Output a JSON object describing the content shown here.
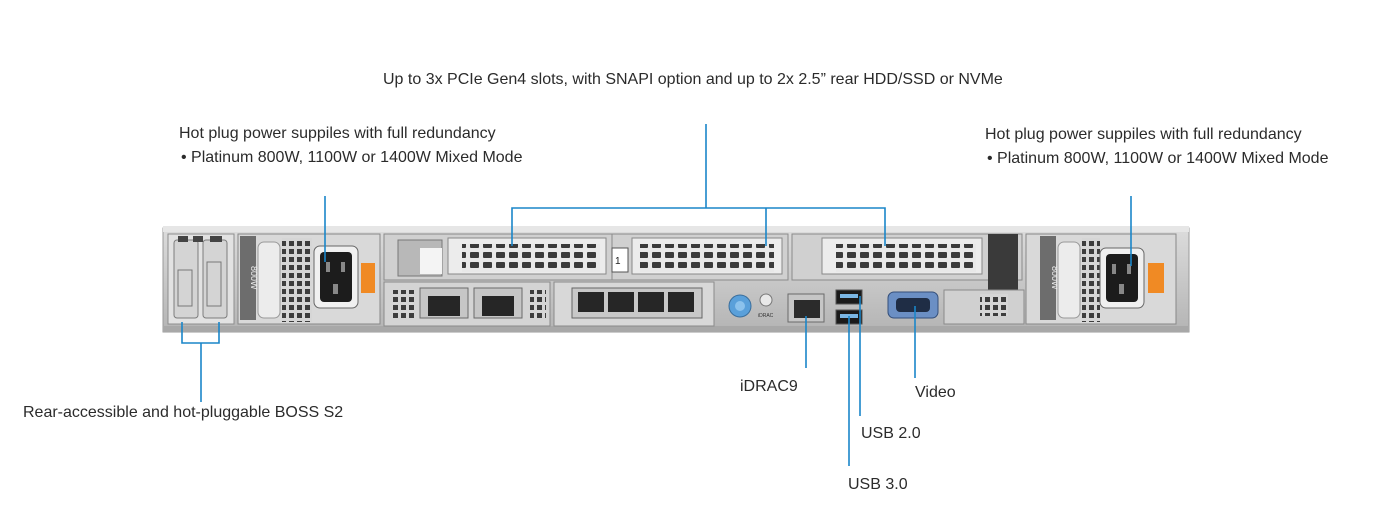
{
  "annotations": {
    "pcie": "Up to 3x PCIe Gen4 slots, with SNAPI option and up to 2x 2.5” rear HDD/SSD or NVMe",
    "psu_left_title": "Hot plug power suppiles with full redundancy",
    "psu_left_detail": "• Platinum 800W, 1100W or 1400W Mixed Mode",
    "psu_right_title": "Hot plug power suppiles with full redundancy",
    "psu_right_detail": "• Platinum 800W, 1100W or 1400W Mixed Mode",
    "boss": "Rear-accessible and hot-pluggable BOSS S2",
    "idrac": "iDRAC9",
    "video": "Video",
    "usb2": "USB 2.0",
    "usb3": "USB 3.0"
  },
  "chassis_markings": {
    "psu_label": "800W",
    "riser_1": "1",
    "idrac_port_label": "iDRAC"
  },
  "colors": {
    "callout": "#1a86c9",
    "psu_latch": "#f08a24",
    "idrac_button": "#5aa0da",
    "chassis": "#c9c9c9"
  }
}
